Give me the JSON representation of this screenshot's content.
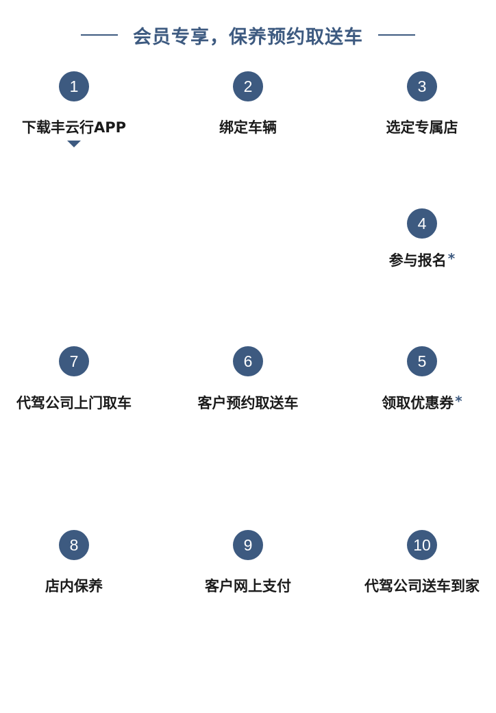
{
  "header": {
    "title": "会员专享，保养预约取送车"
  },
  "steps": [
    {
      "number": "1",
      "label": "下载丰云行APP",
      "star": ""
    },
    {
      "number": "2",
      "label": "绑定车辆",
      "star": ""
    },
    {
      "number": "3",
      "label": "选定专属店",
      "star": ""
    },
    {
      "number": "4",
      "label": "参与报名",
      "star": "*"
    },
    {
      "number": "5",
      "label": "领取优惠券",
      "star": "*"
    },
    {
      "number": "6",
      "label": "客户预约取送车",
      "star": ""
    },
    {
      "number": "7",
      "label": "代驾公司上门取车",
      "star": ""
    },
    {
      "number": "8",
      "label": "店内保养",
      "star": ""
    },
    {
      "number": "9",
      "label": "客户网上支付",
      "star": ""
    },
    {
      "number": "10",
      "label": "代驾公司送车到家",
      "star": ""
    }
  ],
  "colors": {
    "accent": "#3d5a80",
    "text": "#1a1a1a"
  },
  "icons": {
    "caret": "caret-down-icon"
  }
}
